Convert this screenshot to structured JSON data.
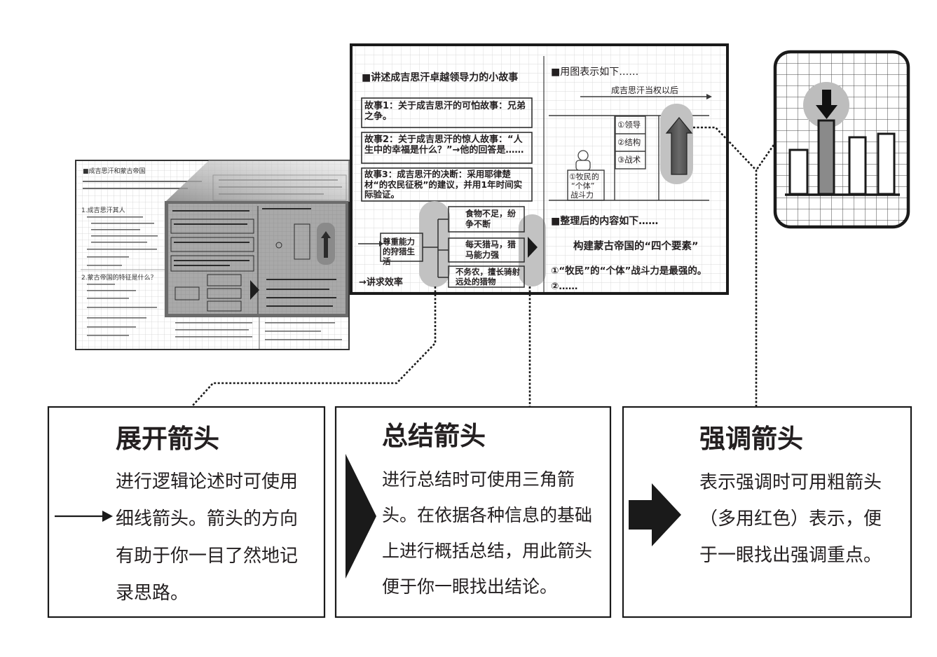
{
  "small_notebook": {
    "title": "■成吉思汗和蒙古帝国",
    "section_1": "1.成吉思汗其人",
    "section_2": "2.蒙古帝国的特征是什么？"
  },
  "main_notebook": {
    "left": {
      "heading": "■讲述成吉思汗卓越领导力的小故事",
      "story_1": "故事1：关于成吉思汗的可怕故事：兄弟之争。",
      "story_2": "故事2：关于成吉思汗的惊人故事：“人生中的幸福是什么？”→他的回答是……",
      "story_3": "故事3：成吉思汗的决断：采用耶律楚材“的农民征税”的建议，并用1年时间实际验证。",
      "cause": "尊重能力的狩猎生活",
      "results": [
        "食物不足，纷争不断",
        "每天猎马，猎马能力强",
        "不务农，擅长骑射远处的猎物"
      ],
      "bottom_note": "→讲求效率"
    },
    "right": {
      "heading": "■用图表示如下……",
      "timeline_label": "成吉思汗当权以后",
      "factors": [
        "①领导",
        "②结构",
        "③战术"
      ],
      "figure_label": [
        "①牧民的",
        "“个体”",
        "战斗力"
      ],
      "summary_heading": "■整理后的内容如下……",
      "summary_title": "构建蒙古帝国的“四个要素”",
      "point_1": "①“牧民”的“个体”战斗力是最强的。",
      "point_2": "②……"
    }
  },
  "cards": [
    {
      "title": "展开箭头",
      "lines": [
        "进行逻辑论述时可使用",
        "细线箭头。箭头的方向",
        "有助于你一目了然地记",
        "录思路。"
      ]
    },
    {
      "title": "总结箭头",
      "lines": [
        "进行总结时可使用三角箭",
        "头。在依据各种信息的基础",
        "上进行概括总结，用此箭头",
        "便于你一眼找出结论。"
      ]
    },
    {
      "title": "强调箭头",
      "lines": [
        "表示强调时可用粗箭头",
        "（多用红色）表示，便",
        "于一眼找出强调重点。"
      ]
    }
  ],
  "colors": {
    "ink": "#231f20",
    "highlight_grey": "#c2c2c2",
    "arrow_grey": "#555555"
  }
}
